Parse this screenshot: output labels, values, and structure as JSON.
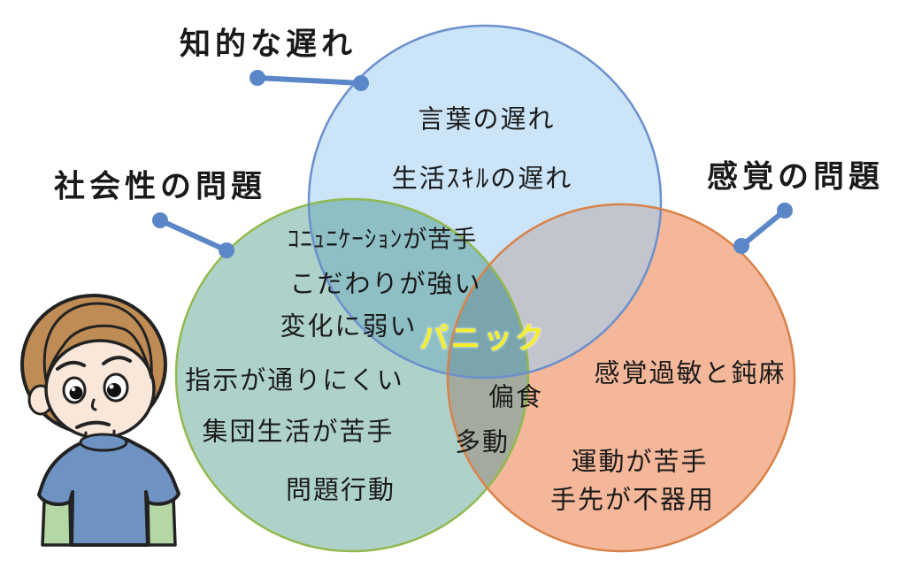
{
  "diagram": {
    "category_labels": {
      "intellectual": "知的な遅れ",
      "social": "社会性の問題",
      "sensory": "感覚の問題"
    },
    "regions": {
      "intellectual_only": [
        "言葉の遅れ",
        "生活ｽｷﾙの遅れ"
      ],
      "intellectual_social": [
        "ｺﾆｭﾆｹｰｼｮﾝが苦手",
        "こだわりが強い"
      ],
      "social_only": [
        "変化に弱い",
        "指示が通りにくい",
        "集団生活が苦手",
        "問題行動"
      ],
      "triple_center": "パニック",
      "social_sensory": [
        "偏食",
        "多動"
      ],
      "sensory_only": [
        "感覚過敏と鈍麻",
        "運動が苦手",
        "手先が不器用"
      ]
    }
  },
  "colors": {
    "intellectual_fill": "#cbe4f7",
    "intellectual_stroke": "#6b90cc",
    "social_fill": "#aed2ca",
    "social_stroke": "#92b94f",
    "sensory_fill": "#f4b799",
    "sensory_stroke": "#d8824a",
    "overlap_intellectual_social": "#8dbfc5",
    "overlap_intellectual_sensory": "#c2c5cd",
    "overlap_social_sensory": "#a4ab9e",
    "overlap_triple": "#7aa5ad",
    "connector": "#5b87c8",
    "panic_text": "#f5ef29"
  },
  "illustration": {
    "name": "worried-boy",
    "hair_color": "#bf8c55",
    "skin_color": "#f9e8da",
    "shirt_color": "#6e93c3",
    "sleeve_color": "#b5d6a5"
  }
}
